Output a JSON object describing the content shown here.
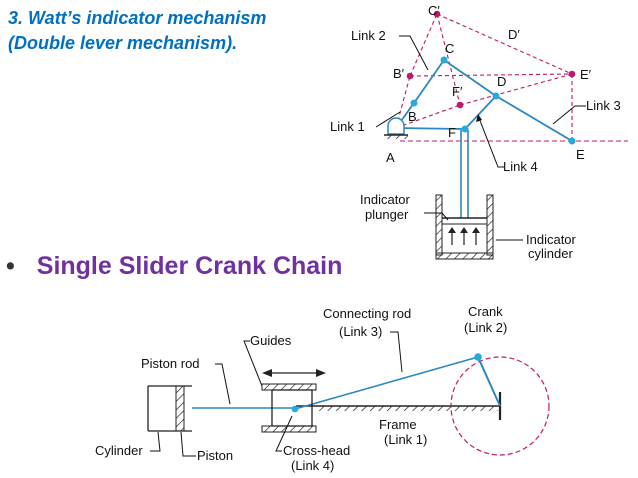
{
  "heading": {
    "line1": "3. Watt’s indicator mechanism",
    "line2": "(Double lever mechanism)."
  },
  "bullet": {
    "symbol": "•",
    "text": "Single Slider Crank Chain"
  },
  "watt": {
    "labels": {
      "link1": "Link 1",
      "link2": "Link 2",
      "link3": "Link 3",
      "link4": "Link 4",
      "indicator_plunger_1": "Indicator",
      "indicator_plunger_2": "plunger",
      "indicator_cylinder_1": "Indicator",
      "indicator_cylinder_2": "cylinder"
    },
    "points": {
      "A": "A",
      "B": "B",
      "C": "C",
      "D": "D",
      "E": "E",
      "F": "F",
      "Bp": "B′",
      "Cp": "C′",
      "Dp": "D′",
      "Ep": "E′",
      "Fp": "F′"
    }
  },
  "slider": {
    "labels": {
      "piston_rod": "Piston rod",
      "guides": "Guides",
      "connecting_rod_1": "Connecting rod",
      "connecting_rod_2": "(Link 3)",
      "crank_1": "Crank",
      "crank_2": "(Link 2)",
      "cylinder": "Cylinder",
      "piston": "Piston",
      "cross_head_1": "Cross-head",
      "cross_head_2": "(Link 4)",
      "frame_1": "Frame",
      "frame_2": "(Link 1)"
    }
  },
  "colors": {
    "heading": "#0070c0",
    "bullet_text": "#7030a0",
    "link_line": "#2e86c1",
    "joint_blue": "#29a8e0",
    "joint_magenta": "#c0186c",
    "dashed_magenta": "#c0186c"
  }
}
